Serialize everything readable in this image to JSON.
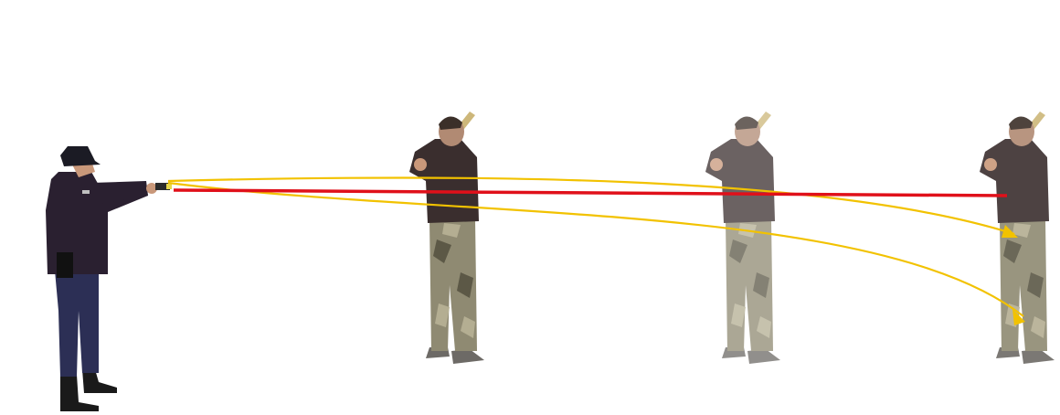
{
  "scene": {
    "description_visible_text": [],
    "colors": {
      "background": "#ffffff",
      "laser_line": "#e0101a",
      "probe_line": "#f2c200",
      "officer_jacket": "#2a2030",
      "officer_trousers": "#2c2f55",
      "boots": "#1a1a1a",
      "cap": "#1b1b24",
      "skin": "#c9987a",
      "target_jacket": "#3a2e2e",
      "camo_base": "#8f8a72",
      "camo_dark": "#5c5846",
      "camo_light": "#b4ae92",
      "bat": "#cdb77a",
      "shoe": "#6d6a66"
    },
    "figures": [
      {
        "role": "officer",
        "icon": "officer-figure"
      },
      {
        "role": "target",
        "icon": "target-figure",
        "opacity": 1.0
      },
      {
        "role": "target",
        "icon": "target-figure",
        "opacity": 0.75
      },
      {
        "role": "target",
        "icon": "target-figure",
        "opacity": 0.9
      }
    ],
    "lines": [
      {
        "kind": "laser",
        "icon": "laser-line"
      },
      {
        "kind": "probe-upper",
        "icon": "upper-probe-trajectory"
      },
      {
        "kind": "probe-lower",
        "icon": "lower-probe-trajectory"
      }
    ]
  }
}
